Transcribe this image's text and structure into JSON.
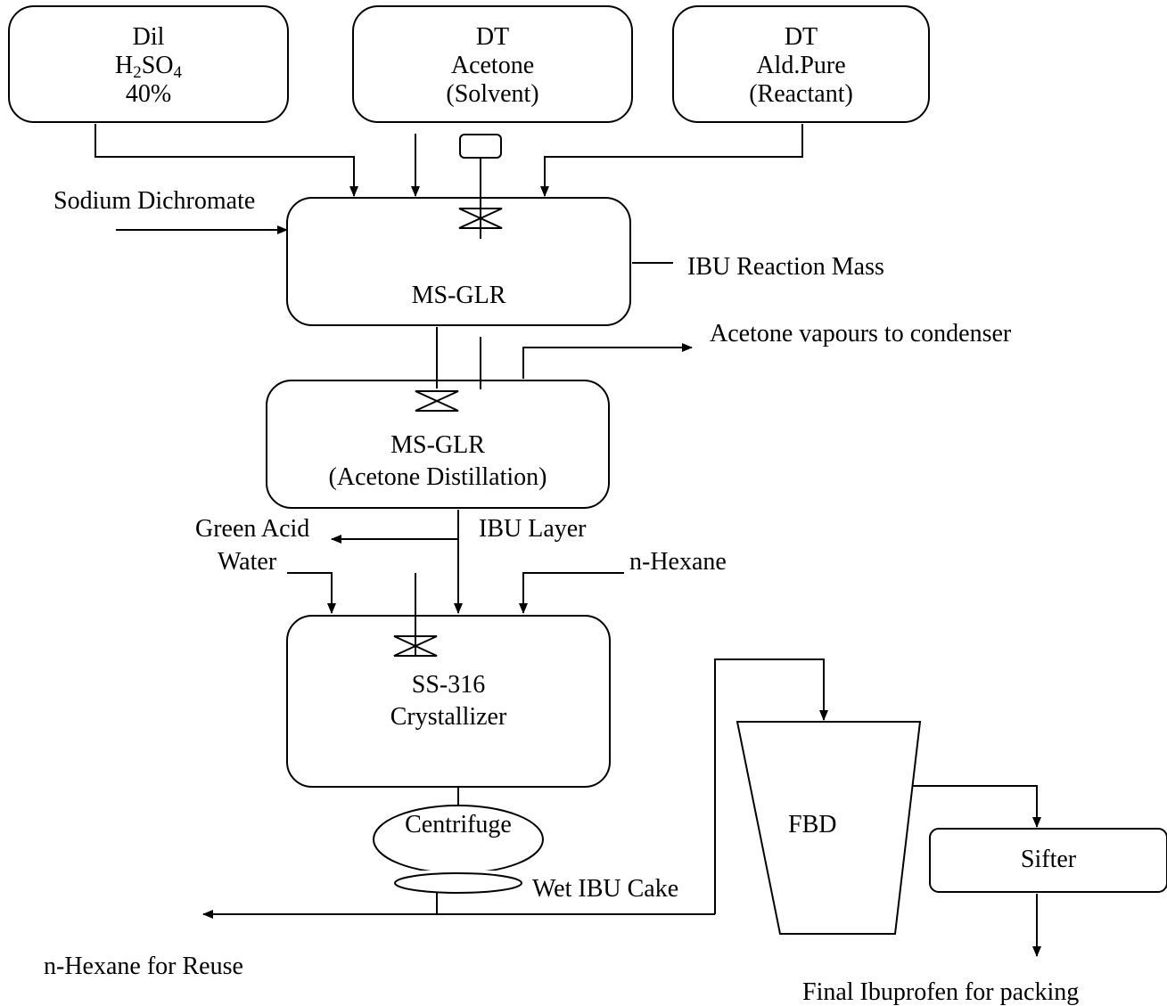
{
  "tanks": {
    "h2so4": {
      "line1": "Dil",
      "line2_main": "H",
      "line2_sub1": "2",
      "line2_mid": "SO",
      "line2_sub2": "4",
      "line3": "40%"
    },
    "acetone": {
      "line1": "DT",
      "line2": "Acetone",
      "line3": "(Solvent)"
    },
    "aldehyde": {
      "line1": "DT",
      "line2": "Ald.Pure",
      "line3": "(Reactant)"
    }
  },
  "vessels": {
    "reactor": {
      "label": "MS-GLR"
    },
    "distillation": {
      "line1": "MS-GLR",
      "line2": "(Acetone Distillation)"
    },
    "crystallizer": {
      "line1": "SS-316",
      "line2": "Crystallizer"
    },
    "centrifuge": {
      "label": "Centrifuge"
    },
    "fbd": {
      "label": "FBD"
    },
    "sifter": {
      "label": "Sifter"
    }
  },
  "streams": {
    "sodium_dichromate": "Sodium Dichromate",
    "ibu_reaction_mass": "IBU Reaction Mass",
    "acetone_vapours": "Acetone vapours to condenser",
    "green_acid": "Green Acid",
    "water": "Water",
    "ibu_layer": "IBU Layer",
    "n_hexane": "n-Hexane",
    "wet_ibu_cake": "Wet IBU Cake",
    "n_hexane_reuse": "n-Hexane for Reuse",
    "final_ibuprofen": "Final Ibuprofen for packing"
  }
}
